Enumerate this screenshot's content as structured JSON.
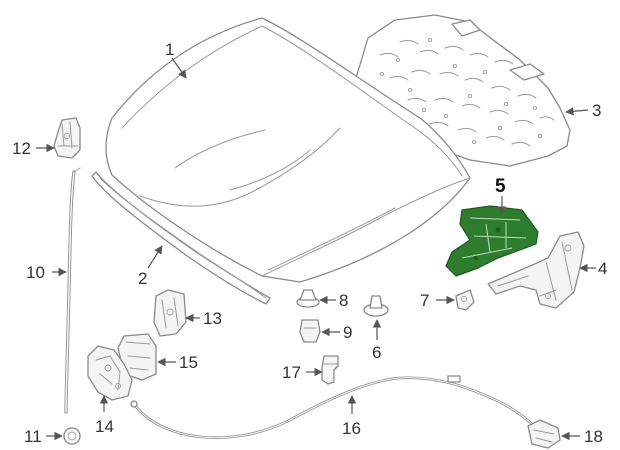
{
  "diagram": {
    "highlight_color": "#2e7d2e",
    "line_color": "#8a8a8a",
    "callouts": [
      {
        "id": "c1",
        "label": "1"
      },
      {
        "id": "c2",
        "label": "2"
      },
      {
        "id": "c3",
        "label": "3"
      },
      {
        "id": "c4",
        "label": "4"
      },
      {
        "id": "c5",
        "label": "5",
        "highlighted": true
      },
      {
        "id": "c6",
        "label": "6"
      },
      {
        "id": "c7",
        "label": "7"
      },
      {
        "id": "c8",
        "label": "8"
      },
      {
        "id": "c9",
        "label": "9"
      },
      {
        "id": "c10",
        "label": "10"
      },
      {
        "id": "c11",
        "label": "11"
      },
      {
        "id": "c12",
        "label": "12"
      },
      {
        "id": "c13",
        "label": "13"
      },
      {
        "id": "c14",
        "label": "14"
      },
      {
        "id": "c15",
        "label": "15"
      },
      {
        "id": "c16",
        "label": "16"
      },
      {
        "id": "c17",
        "label": "17"
      },
      {
        "id": "c18",
        "label": "18"
      }
    ]
  }
}
